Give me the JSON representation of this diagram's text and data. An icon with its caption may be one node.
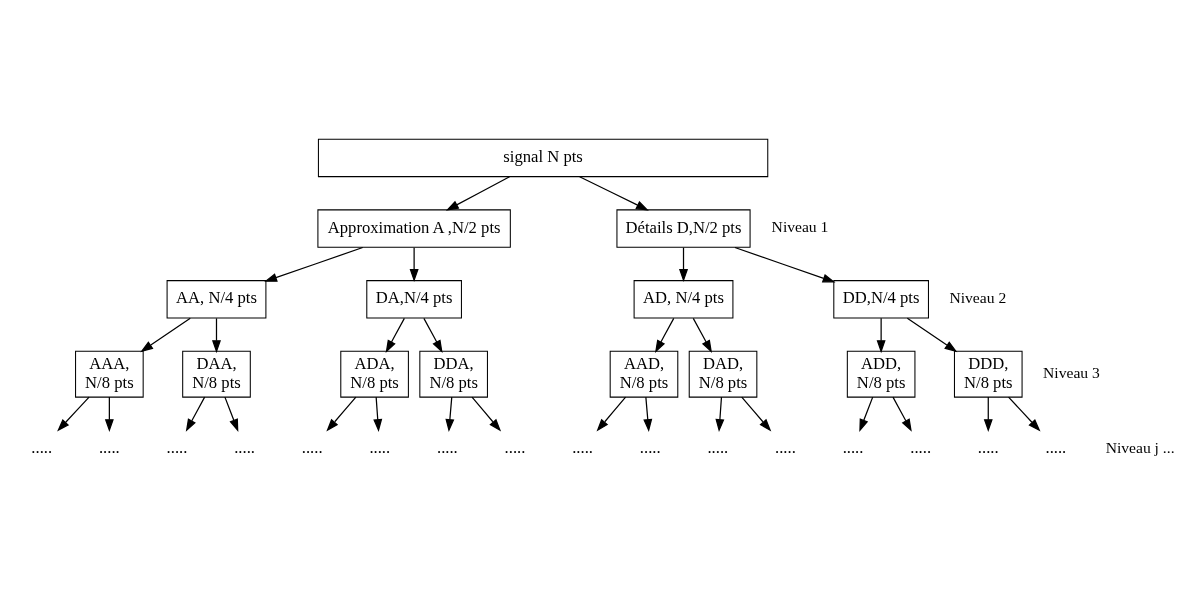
{
  "diagram": {
    "nodes": [
      {
        "text": [
          "signal N pts"
        ]
      },
      {
        "text": [
          "Approximation A ,N/2 pts"
        ]
      },
      {
        "text": [
          "Détails D,N/2 pts"
        ]
      },
      {
        "text": [
          "AA, N/4 pts"
        ]
      },
      {
        "text": [
          "DA,N/4 pts"
        ]
      },
      {
        "text": [
          "AD, N/4 pts"
        ]
      },
      {
        "text": [
          "DD,N/4 pts"
        ]
      },
      {
        "text": [
          "AAA, N/8 pts"
        ]
      },
      {
        "text": [
          "DAA, N/8 pts"
        ]
      },
      {
        "text": [
          "ADA, N/8 pts"
        ]
      },
      {
        "text": [
          "DDA, N/8 pts"
        ]
      },
      {
        "text": [
          "AAD, N/8 pts"
        ]
      },
      {
        "text": [
          "DAD, N/8 pts"
        ]
      },
      {
        "text": [
          "ADD, N/8 pts"
        ]
      },
      {
        "text": [
          "DDD, N/8 pts"
        ]
      },
      {
        "text": [
          "....."
        ]
      },
      {
        "text": [
          "....."
        ]
      },
      {
        "text": [
          "....."
        ]
      },
      {
        "text": [
          "....."
        ]
      },
      {
        "text": [
          "....."
        ]
      },
      {
        "text": [
          "....."
        ]
      },
      {
        "text": [
          "....."
        ]
      },
      {
        "text": [
          "....."
        ]
      },
      {
        "text": [
          "....."
        ]
      },
      {
        "text": [
          "....."
        ]
      },
      {
        "text": [
          "....."
        ]
      },
      {
        "text": [
          "....."
        ]
      },
      {
        "text": [
          "....."
        ]
      },
      {
        "text": [
          "....."
        ]
      },
      {
        "text": [
          "....."
        ]
      },
      {
        "text": [
          "....."
        ]
      }
    ],
    "edges": [
      {
        "from": 0,
        "to": 1,
        "arrow": "to"
      },
      {
        "from": 0,
        "to": 2,
        "arrow": "to"
      },
      {
        "from": 1,
        "to": 3,
        "arrow": "to"
      },
      {
        "from": 1,
        "to": 4,
        "arrow": "to"
      },
      {
        "from": 2,
        "to": 5,
        "arrow": "to"
      },
      {
        "from": 2,
        "to": 6,
        "arrow": "to"
      },
      {
        "from": 3,
        "to": 7,
        "arrow": "to"
      },
      {
        "from": 3,
        "to": 8,
        "arrow": "to"
      },
      {
        "from": 4,
        "to": 9,
        "arrow": "to"
      },
      {
        "from": 4,
        "to": 10,
        "arrow": "to"
      },
      {
        "from": 5,
        "to": 11,
        "arrow": "to"
      },
      {
        "from": 5,
        "to": 12,
        "arrow": "to"
      },
      {
        "from": 6,
        "to": 13,
        "arrow": "to"
      },
      {
        "from": 6,
        "to": 14,
        "arrow": "to"
      },
      {
        "from": 7,
        "to": 15,
        "arrow": "to"
      },
      {
        "from": 7,
        "to": 16,
        "arrow": "to"
      },
      {
        "from": 8,
        "to": 17,
        "arrow": "to"
      },
      {
        "from": 8,
        "to": 18,
        "arrow": "to"
      },
      {
        "from": 9,
        "to": 19,
        "arrow": "to"
      },
      {
        "from": 9,
        "to": 20,
        "arrow": "to"
      },
      {
        "from": 10,
        "to": 21,
        "arrow": "to"
      },
      {
        "from": 10,
        "to": 22,
        "arrow": "to"
      },
      {
        "from": 11,
        "to": 23,
        "arrow": "to"
      },
      {
        "from": 11,
        "to": 24,
        "arrow": "to"
      },
      {
        "from": 12,
        "to": 25,
        "arrow": "to"
      },
      {
        "from": 12,
        "to": 26,
        "arrow": "to"
      },
      {
        "from": 13,
        "to": 27,
        "arrow": "to"
      },
      {
        "from": 13,
        "to": 28,
        "arrow": "to"
      },
      {
        "from": 14,
        "to": 29,
        "arrow": "to"
      },
      {
        "from": 14,
        "to": 30,
        "arrow": "to"
      }
    ],
    "labels": [
      "Niveau 1",
      "Niveau 2",
      "Niveau 3",
      "Niveau j ..."
    ]
  }
}
